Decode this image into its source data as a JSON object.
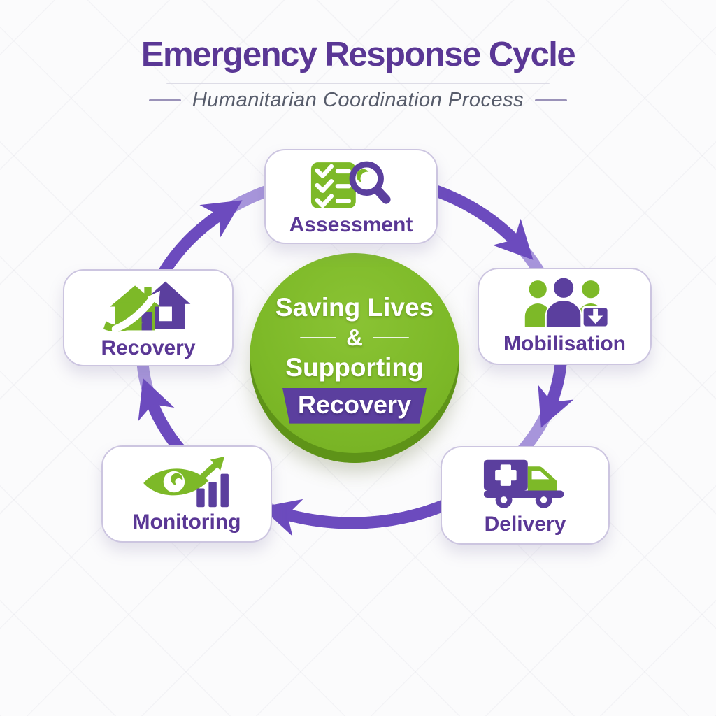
{
  "header": {
    "title": "Emergency Response Cycle",
    "subtitle": "Humanitarian Coordination Process"
  },
  "center_circle": {
    "line1": "Saving Lives",
    "ampersand": "&",
    "line2": "Supporting",
    "badge": "Recovery"
  },
  "stages": [
    {
      "label": "Assessment",
      "icon": "checklist-magnifier-icon"
    },
    {
      "label": "Mobilisation",
      "icon": "people-supplies-icon"
    },
    {
      "label": "Delivery",
      "icon": "aid-truck-icon"
    },
    {
      "label": "Monitoring",
      "icon": "eye-bar-chart-icon"
    },
    {
      "label": "Recovery",
      "icon": "houses-growth-arrow-icon"
    }
  ],
  "cycle": {
    "direction": "clockwise",
    "order": [
      "Assessment",
      "Mobilisation",
      "Delivery",
      "Monitoring",
      "Recovery"
    ]
  },
  "colors": {
    "title-purple": "#5A3795",
    "label-purple": "#5A3795",
    "icon-purple": "#5B3F9E",
    "badge-purple": "#5B3F9E",
    "arrow-purple": "#6C4BBE",
    "arrow-light-purple": "#A795DB",
    "brand-green": "#7DB928",
    "green-dark-rim": "#5E9318",
    "subtitle-gray": "#575C6B",
    "card-border": "#CCC5E0"
  }
}
